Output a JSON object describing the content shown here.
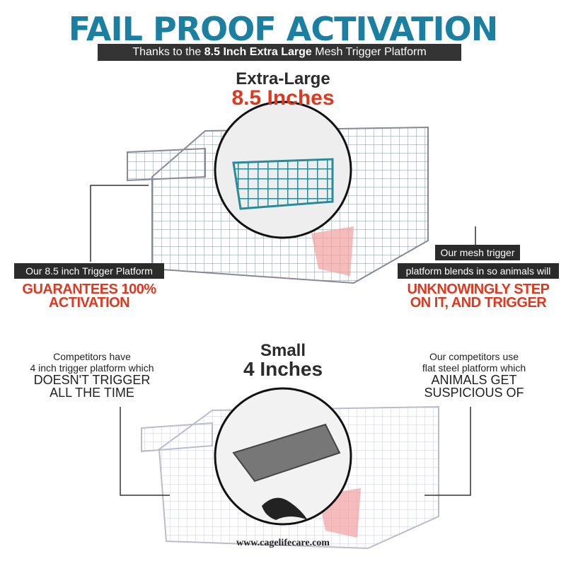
{
  "header": {
    "title": "FAIL PROOF ACTIVATION",
    "subtitle_pre": "Thanks to the ",
    "subtitle_bold": "8.5 Inch Extra Large",
    "subtitle_post": " Mesh Trigger Platform"
  },
  "top": {
    "size_label": "Extra-Large",
    "size_value": "8.5 Inches",
    "left_box": "Our 8.5 inch Trigger Platform",
    "left_red": [
      "GUARANTEES 100%",
      "ACTIVATION"
    ],
    "right_box1": "Our mesh trigger",
    "right_box2": "platform blends in so animals will",
    "right_red": [
      "UNKNOWINGLY STEP",
      "ON IT, AND TRIGGER"
    ]
  },
  "bottom": {
    "size_label": "Small",
    "size_value": "4 Inches",
    "left": [
      "Competitors have",
      "4 inch trigger platform which",
      "DOESN'T TRIGGER",
      "ALL THE TIME"
    ],
    "right": [
      "Our competitors use",
      "flat steel platform which",
      "ANIMALS GET",
      "SUSPICIOUS OF"
    ]
  },
  "footer": {
    "url": "www.cagelifecare.com"
  },
  "colors": {
    "teal": "#1a7fa0",
    "red": "#e0381f",
    "dark": "#2b2b2b"
  }
}
